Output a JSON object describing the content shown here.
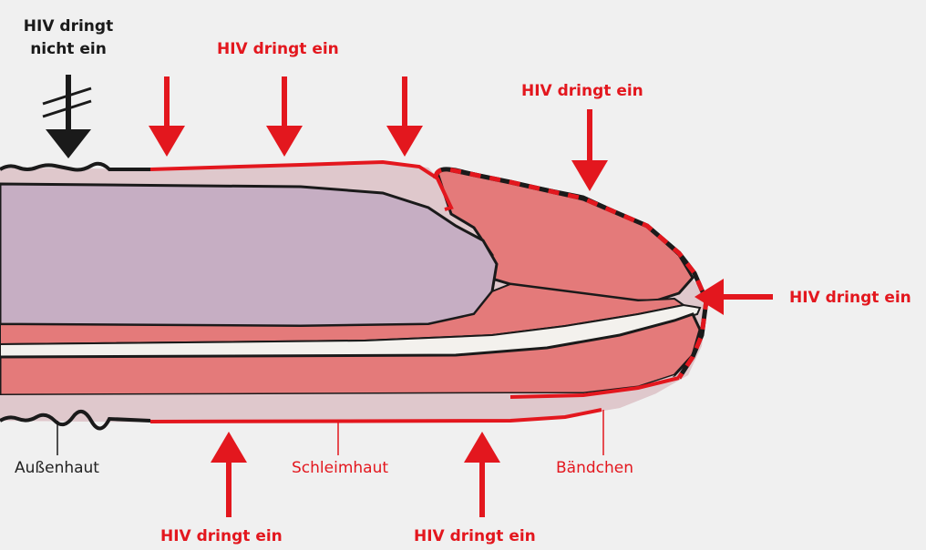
{
  "labels": {
    "no_entry": {
      "line1": "HIV dringt",
      "line2": "nicht ein"
    },
    "entry_top": "HIV dringt ein",
    "entry_glans_top": "HIV dringt ein",
    "entry_tip": "HIV dringt ein",
    "entry_bottom_left": "HIV dringt ein",
    "entry_bottom_right": "HIV dringt ein"
  },
  "parts": {
    "outer_skin": "Außenhaut",
    "mucosa": "Schleimhaut",
    "frenulum": "Bändchen"
  },
  "colors": {
    "background": "#f0f0f0",
    "red": "#e3171e",
    "black": "#1a1a1a",
    "shaft_purple": "#c6aec3",
    "mucosa_pink": "#e47a7a",
    "skin_light": "#dfc8cc",
    "urethra_white": "#f3f1ed"
  }
}
